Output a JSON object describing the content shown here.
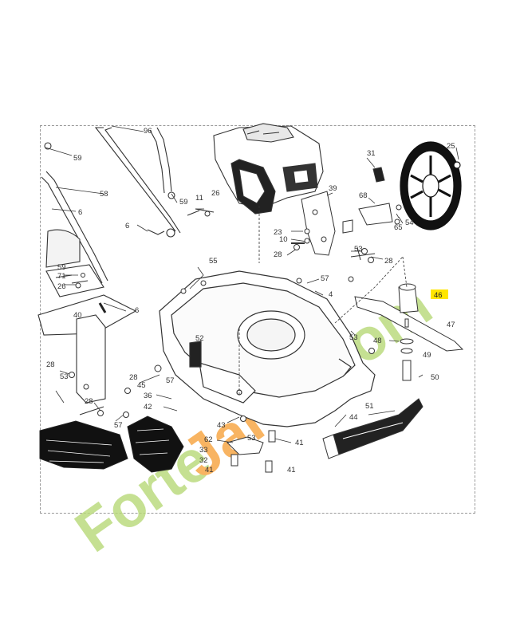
{
  "diagram": {
    "highlight_color": "#ffe600",
    "watermark_color_a": "#b7d977",
    "watermark_color_b": "#f7a23b",
    "watermark": {
      "part1": "Forte",
      "part2": "Jardin",
      "part3": ".com"
    },
    "labels": {
      "p96": "96",
      "p59a": "59",
      "p58": "58",
      "p6a": "6",
      "p59b": "59",
      "p11": "11",
      "p26a": "26",
      "p6b": "6",
      "p59c": "59",
      "p71": "71",
      "p26b": "26",
      "p55": "55",
      "p6c": "6",
      "p40": "40",
      "p28a": "28",
      "p53a": "53",
      "p28b": "28",
      "p57a": "57",
      "p52": "52",
      "p28c": "28",
      "p45": "45",
      "p57b": "57",
      "p36": "36",
      "p42": "42",
      "p43": "43",
      "p53b": "53",
      "p62": "62",
      "p33": "33",
      "p32": "32",
      "p41a": "41",
      "p41b": "41",
      "p41c": "41",
      "p31": "31",
      "p25": "25",
      "p39": "39",
      "p68": "68",
      "p23": "23",
      "p10": "10",
      "p28d": "28",
      "p53c": "53",
      "p28e": "28",
      "p65": "65",
      "p54": "54",
      "p57c": "57",
      "p4": "4",
      "p46": "46",
      "p47": "47",
      "p53d": "53",
      "p48": "48",
      "p49": "49",
      "p50": "50",
      "p51": "51",
      "p44": "44"
    }
  }
}
